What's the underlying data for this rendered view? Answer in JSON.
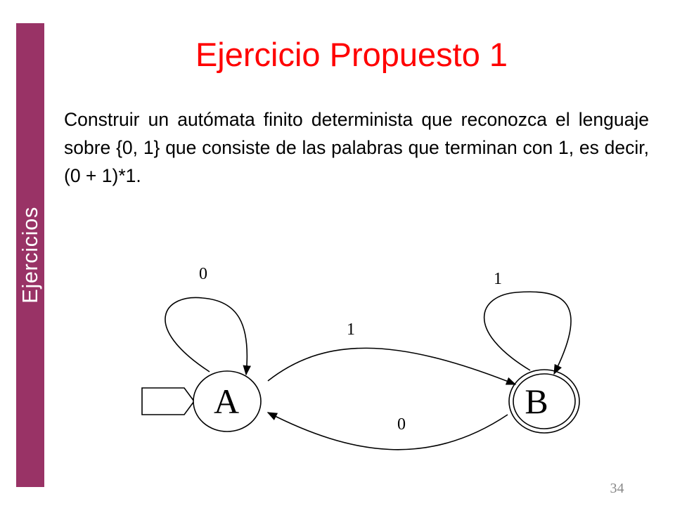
{
  "sidebar": {
    "label": "Ejercicios",
    "color": "#993366"
  },
  "slide": {
    "title": "Ejercicio Propuesto 1",
    "title_color": "#FF0000",
    "body": "Construir un autómata finito determinista que reconozca el lenguaje sobre {0, 1} que consiste de las palabras que terminan con 1, es decir, (0 + 1)*1.",
    "page_number": "34"
  },
  "diagram": {
    "states": {
      "a": {
        "label": "A",
        "initial": true,
        "accepting": false
      },
      "b": {
        "label": "B",
        "initial": false,
        "accepting": true
      }
    },
    "transitions": {
      "a_to_a": {
        "from": "A",
        "to": "A",
        "symbol": "0"
      },
      "a_to_b": {
        "from": "A",
        "to": "B",
        "symbol": "1"
      },
      "b_to_b": {
        "from": "B",
        "to": "B",
        "symbol": "1"
      },
      "b_to_a": {
        "from": "B",
        "to": "A",
        "symbol": "0"
      }
    }
  }
}
